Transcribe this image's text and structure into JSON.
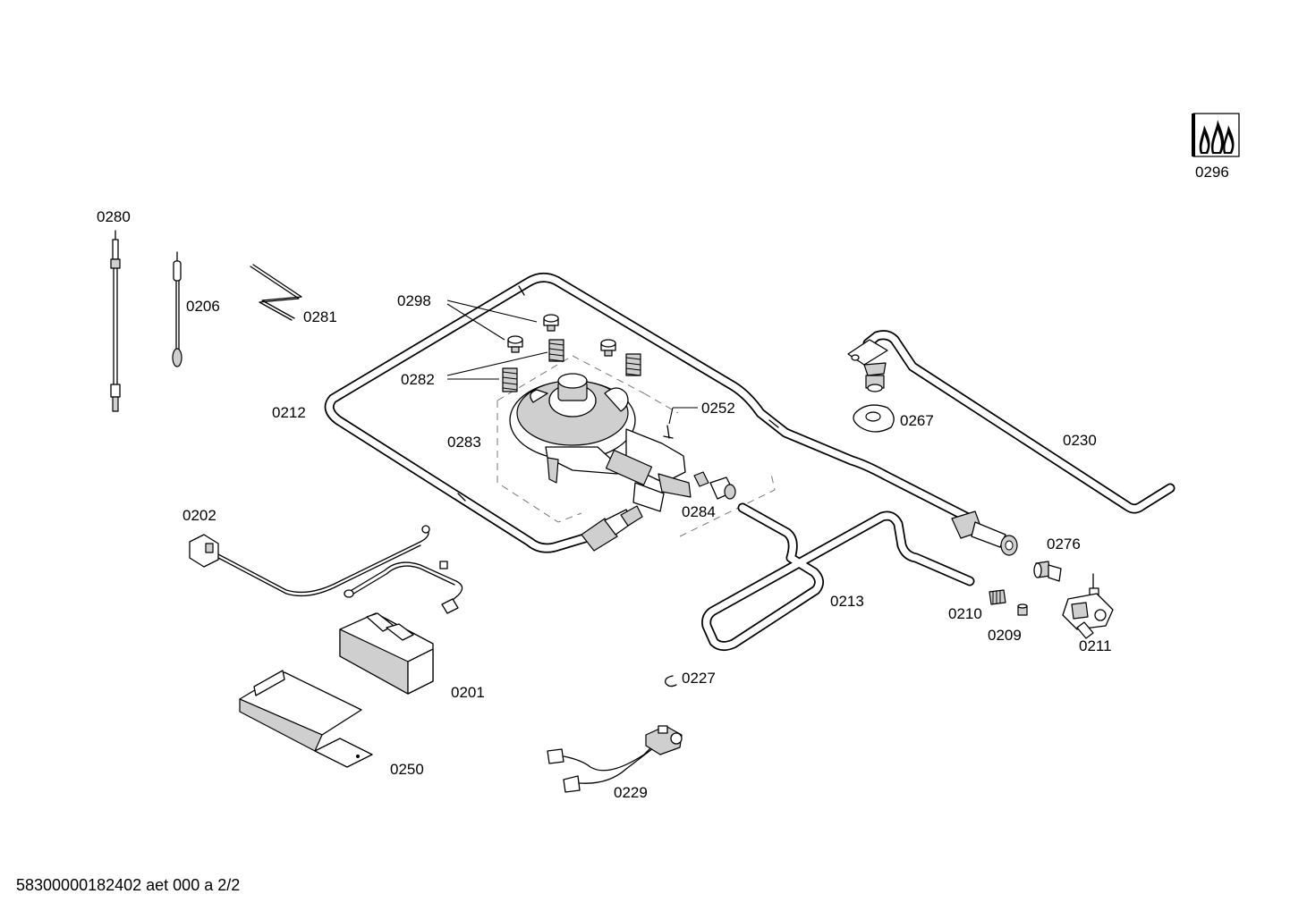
{
  "labels": {
    "l0296": "0296",
    "l0280": "0280",
    "l0206": "0206",
    "l0281": "0281",
    "l0298": "0298",
    "l0282": "0282",
    "l0212": "0212",
    "l0283": "0283",
    "l0252": "0252",
    "l0267": "0267",
    "l0230": "0230",
    "l0284": "0284",
    "l0202": "0202",
    "l0276": "0276",
    "l0213": "0213",
    "l0210": "0210",
    "l0209": "0209",
    "l0211": "0211",
    "l0201": "0201",
    "l0227": "0227",
    "l0250": "0250",
    "l0229": "0229"
  },
  "footer": "58300000182402 aet 000 a 2/2",
  "icons": {
    "flame_badge": "gas-flame-icon"
  }
}
